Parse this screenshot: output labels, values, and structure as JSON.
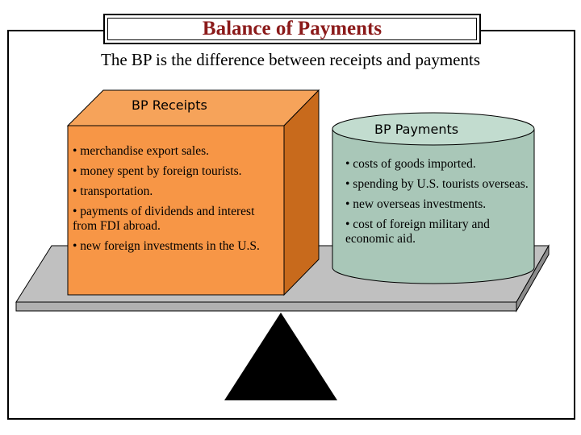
{
  "title": "Balance of Payments",
  "subtitle": "The BP is the difference between receipts and payments",
  "receipts": {
    "label": "BP Receipts",
    "items": [
      "• merchandise export sales.",
      "• money spent by foreign tourists.",
      "• transportation.",
      "• payments of dividends and interest from FDI abroad.",
      "• new foreign investments in the U.S."
    ]
  },
  "payments": {
    "label": "BP Payments",
    "items": [
      "• costs of goods imported.",
      "• spending by U.S. tourists overseas.",
      "• new overseas investments.",
      "• cost of foreign military and economic aid."
    ]
  },
  "colors": {
    "title": "#8b1a1a",
    "box_front": "#f79646",
    "box_top": "#f6a35a",
    "box_side": "#c86a1c",
    "cylinder": "#a9c7b8",
    "platform": "#c0c0c0",
    "fulcrum": "#000000"
  }
}
